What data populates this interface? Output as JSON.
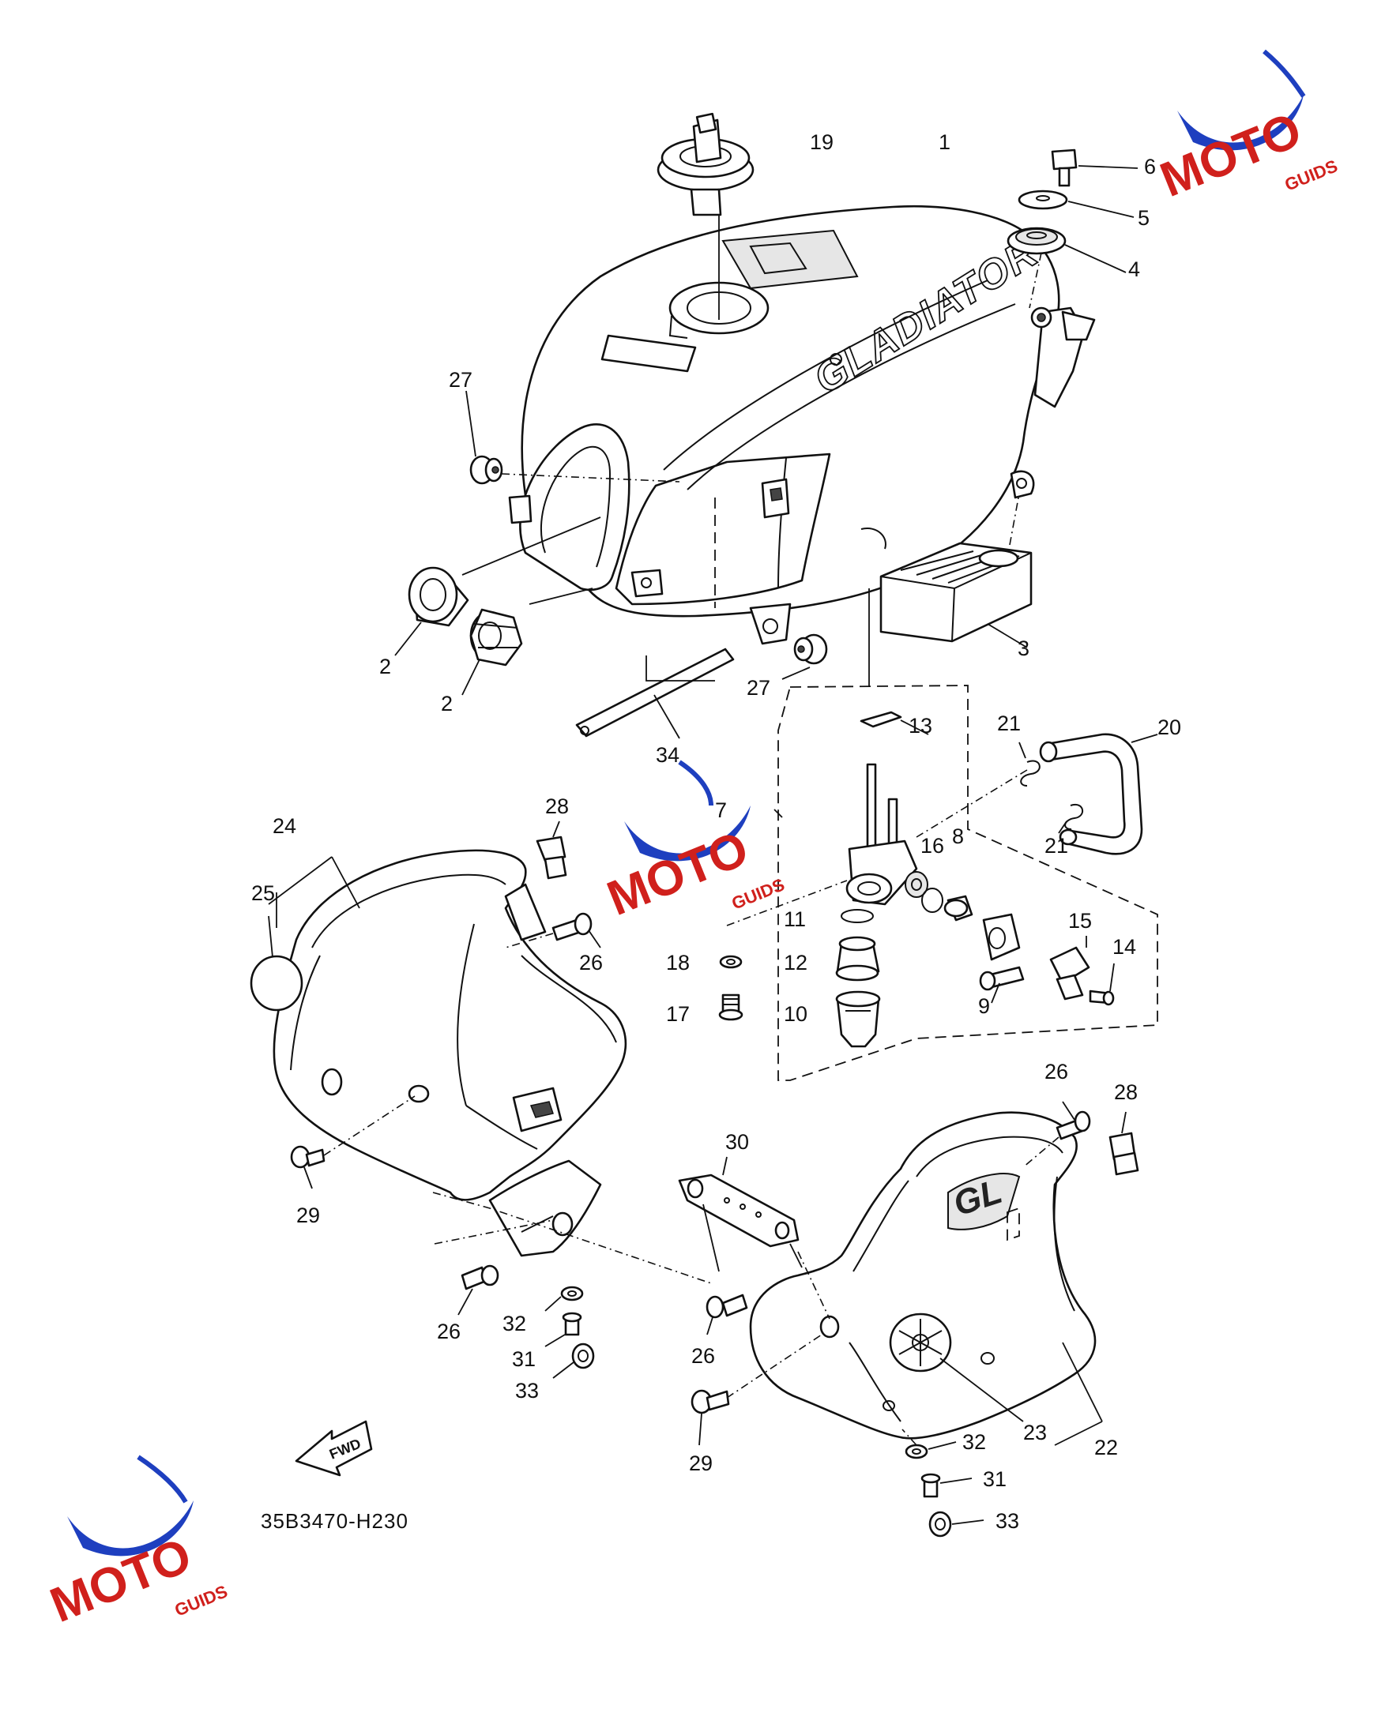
{
  "diagram_code": "35B3470-H230",
  "fwd_label": "FWD",
  "tank_decal_text": "GLADIATOR",
  "cover_decal_text": "GL",
  "watermark": {
    "brand": "MOTO GUIDS",
    "letters_main": "MOTO",
    "letters_tail": "GUIDS",
    "accent_color": "#d0201c",
    "swoosh_color": "#1e3fbf"
  },
  "callouts": [
    {
      "id": "c19",
      "text": "19"
    },
    {
      "id": "c1",
      "text": "1"
    },
    {
      "id": "c6",
      "text": "6"
    },
    {
      "id": "c5",
      "text": "5"
    },
    {
      "id": "c4",
      "text": "4"
    },
    {
      "id": "c27a",
      "text": "27"
    },
    {
      "id": "c2a",
      "text": "2"
    },
    {
      "id": "c2b",
      "text": "2"
    },
    {
      "id": "c27b",
      "text": "27"
    },
    {
      "id": "c3",
      "text": "3"
    },
    {
      "id": "c13",
      "text": "13"
    },
    {
      "id": "c34",
      "text": "34"
    },
    {
      "id": "c21a",
      "text": "21"
    },
    {
      "id": "c20",
      "text": "20"
    },
    {
      "id": "c21b",
      "text": "21"
    },
    {
      "id": "c7",
      "text": "7"
    },
    {
      "id": "c24",
      "text": "24"
    },
    {
      "id": "c28a",
      "text": "28"
    },
    {
      "id": "c25",
      "text": "25"
    },
    {
      "id": "c16",
      "text": "16"
    },
    {
      "id": "c8",
      "text": "8"
    },
    {
      "id": "c11",
      "text": "11"
    },
    {
      "id": "c15",
      "text": "15"
    },
    {
      "id": "c14",
      "text": "14"
    },
    {
      "id": "c26a",
      "text": "26"
    },
    {
      "id": "c18",
      "text": "18"
    },
    {
      "id": "c12",
      "text": "12"
    },
    {
      "id": "c9",
      "text": "9"
    },
    {
      "id": "c17",
      "text": "17"
    },
    {
      "id": "c10",
      "text": "10"
    },
    {
      "id": "c26b",
      "text": "26"
    },
    {
      "id": "c28b",
      "text": "28"
    },
    {
      "id": "c30",
      "text": "30"
    },
    {
      "id": "c29a",
      "text": "29"
    },
    {
      "id": "c26c",
      "text": "26"
    },
    {
      "id": "c32a",
      "text": "32"
    },
    {
      "id": "c31a",
      "text": "31"
    },
    {
      "id": "c33a",
      "text": "33"
    },
    {
      "id": "c26d",
      "text": "26"
    },
    {
      "id": "c23",
      "text": "23"
    },
    {
      "id": "c22",
      "text": "22"
    },
    {
      "id": "c32b",
      "text": "32"
    },
    {
      "id": "c29b",
      "text": "29"
    },
    {
      "id": "c31b",
      "text": "31"
    },
    {
      "id": "c33b",
      "text": "33"
    }
  ]
}
